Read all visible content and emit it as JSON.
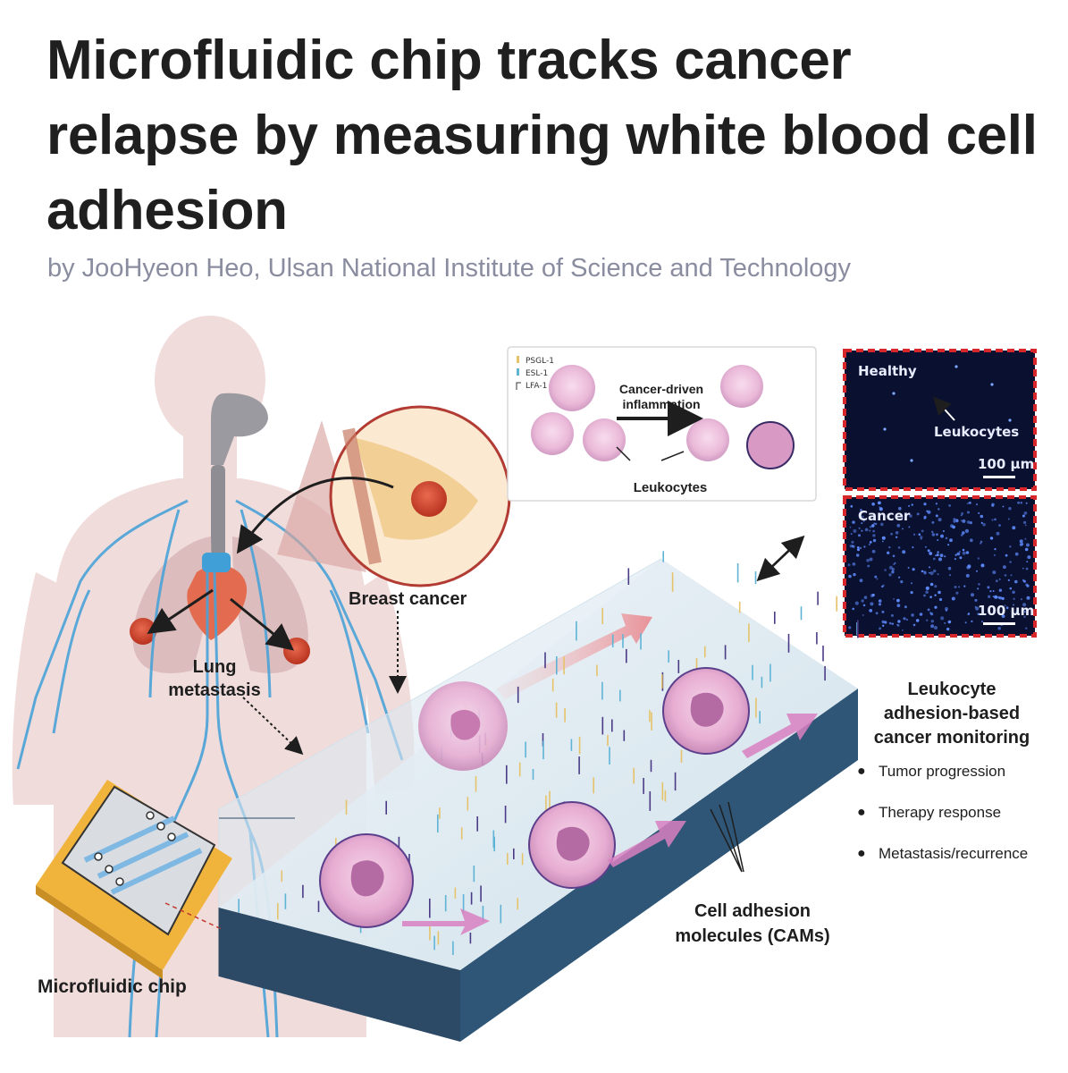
{
  "headline": "Microfluidic chip tracks cancer relapse by measuring white blood cell adhesion",
  "byline": "by JooHyeon Heo, Ulsan National Institute of Science and Technology",
  "figure": {
    "inflammation_panel": {
      "legend": [
        "PSGL-1",
        "ESL-1",
        "LFA-1"
      ],
      "arrow_label_line1": "Cancer-driven",
      "arrow_label_line2": "inflammation",
      "leukocytes_label": "Leukocytes"
    },
    "micrograph_panels": {
      "healthy_label": "Healthy",
      "leukocytes_label": "Leukocytes",
      "cancer_label": "Cancer",
      "scale_bar": "100 µm"
    },
    "body_labels": {
      "breast_cancer": "Breast cancer",
      "lung_metastasis_line1": "Lung",
      "lung_metastasis_line2": "metastasis",
      "microfluidic_chip": "Microfluidic chip",
      "cams_line1": "Cell adhesion",
      "cams_line2": "molecules (CAMs)"
    },
    "monitoring": {
      "title_line1": "Leukocyte",
      "title_line2": "adhesion-based",
      "title_line3": "cancer monitoring",
      "bullets": [
        "Tumor progression",
        "Therapy response",
        "Metastasis/recurrence"
      ]
    },
    "colors": {
      "body": "#f1dcdc",
      "vessel": "#4aa3d8",
      "tumor": "#c8402e",
      "cell": "#e8b4d6",
      "chip_gold": "#f0b43c",
      "dashed_frame": "#d8272a",
      "micrograph_bg": "#0a1030"
    }
  }
}
